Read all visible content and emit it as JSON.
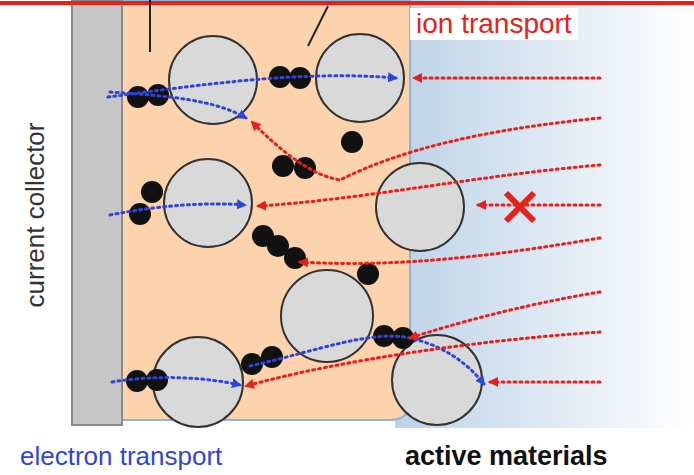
{
  "diagram": {
    "labels": [
      "ion transport",
      "current collector",
      "electron transport",
      "active materials"
    ]
  }
}
